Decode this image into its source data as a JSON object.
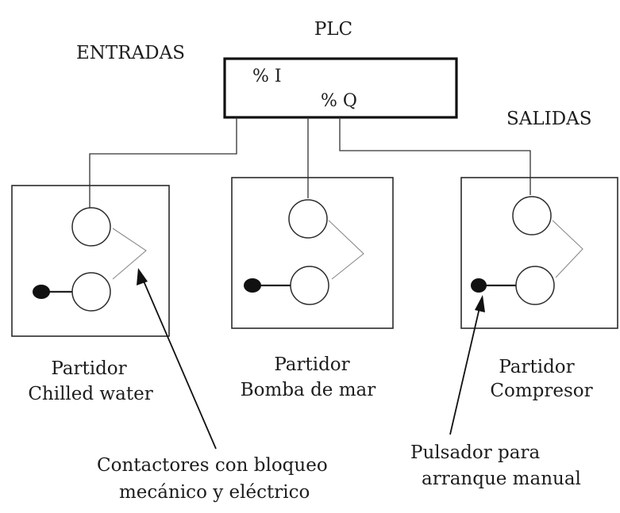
{
  "plc": {
    "title": "PLC",
    "input_label": "% I",
    "output_label": "% Q"
  },
  "labels": {
    "entradas": "ENTRADAS",
    "salidas": "SALIDAS"
  },
  "starters": [
    {
      "line1": "Partidor",
      "line2": "Chilled water"
    },
    {
      "line1": "Partidor",
      "line2": "Bomba de mar"
    },
    {
      "line1": "Partidor",
      "line2": "Compresor"
    }
  ],
  "annotations": {
    "contactors_line1": "Contactores con bloqueo",
    "contactors_line2": "mecánico y eléctrico",
    "pushbutton_line1": "Pulsador para",
    "pushbutton_line2": "arranque manual"
  }
}
